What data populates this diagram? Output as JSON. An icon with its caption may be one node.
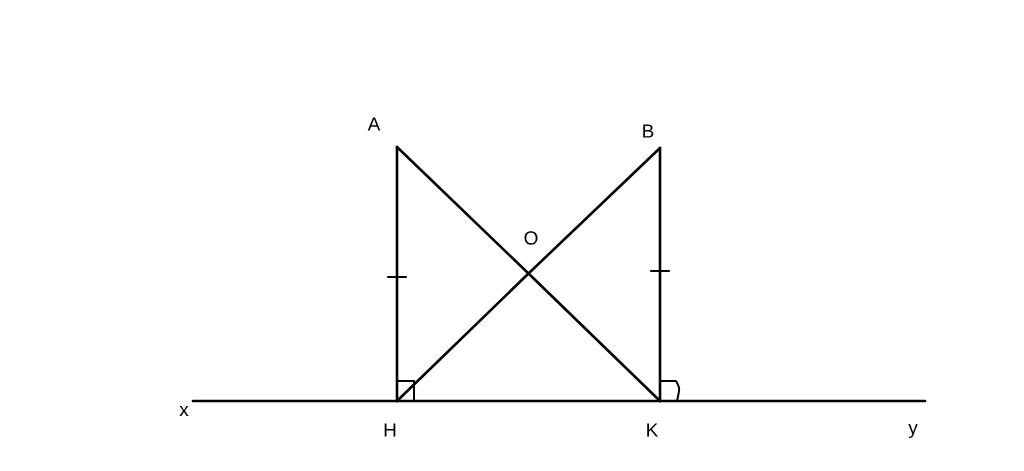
{
  "diagram": {
    "nodes": [
      {
        "text": [
          "A"
        ]
      },
      {
        "text": [
          "B"
        ]
      },
      {
        "text": [
          "O"
        ]
      },
      {
        "text": [
          "x"
        ]
      },
      {
        "text": [
          "H"
        ]
      },
      {
        "text": [
          "K"
        ]
      },
      {
        "text": [
          "y"
        ]
      }
    ],
    "edges": [
      {
        "from": 0,
        "to": 4,
        "arrow": "none"
      },
      {
        "from": 0,
        "to": 2,
        "arrow": "none"
      },
      {
        "from": 2,
        "to": 5,
        "arrow": "none"
      },
      {
        "from": 1,
        "to": 2,
        "arrow": "none"
      },
      {
        "from": 2,
        "to": 4,
        "arrow": "none"
      },
      {
        "from": 1,
        "to": 5,
        "arrow": "none"
      },
      {
        "from": 3,
        "to": 4,
        "arrow": "none"
      },
      {
        "from": 4,
        "to": 5,
        "arrow": "none"
      },
      {
        "from": 5,
        "to": 6,
        "arrow": "none"
      }
    ]
  }
}
